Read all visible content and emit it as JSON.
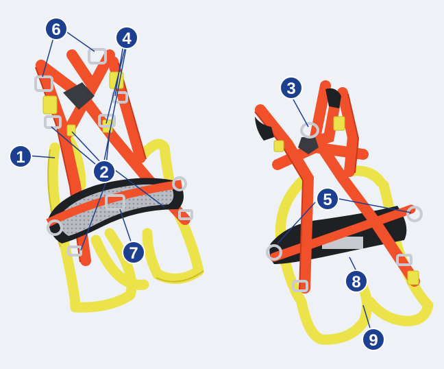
{
  "colors": {
    "background": "#eef2f6",
    "webbing_red": "#f0502a",
    "webbing_red_dark": "#c8381a",
    "webbing_yellow": "#ece24a",
    "webbing_yellow_dark": "#c9bf2a",
    "pad_grey": "#b9bcc2",
    "pad_black": "#1f2023",
    "metal": "#c8ccd2",
    "callout_fill": "#1d3f8f",
    "callout_line": "#1d3f8f",
    "callout_text": "#ffffff"
  },
  "callouts": [
    {
      "id": "c1",
      "number": "1"
    },
    {
      "id": "c2",
      "number": "2"
    },
    {
      "id": "c3",
      "number": "3"
    },
    {
      "id": "c4",
      "number": "4"
    },
    {
      "id": "c5",
      "number": "5"
    },
    {
      "id": "c6",
      "number": "6"
    },
    {
      "id": "c7",
      "number": "7"
    },
    {
      "id": "c8",
      "number": "8"
    },
    {
      "id": "c9",
      "number": "9"
    }
  ]
}
